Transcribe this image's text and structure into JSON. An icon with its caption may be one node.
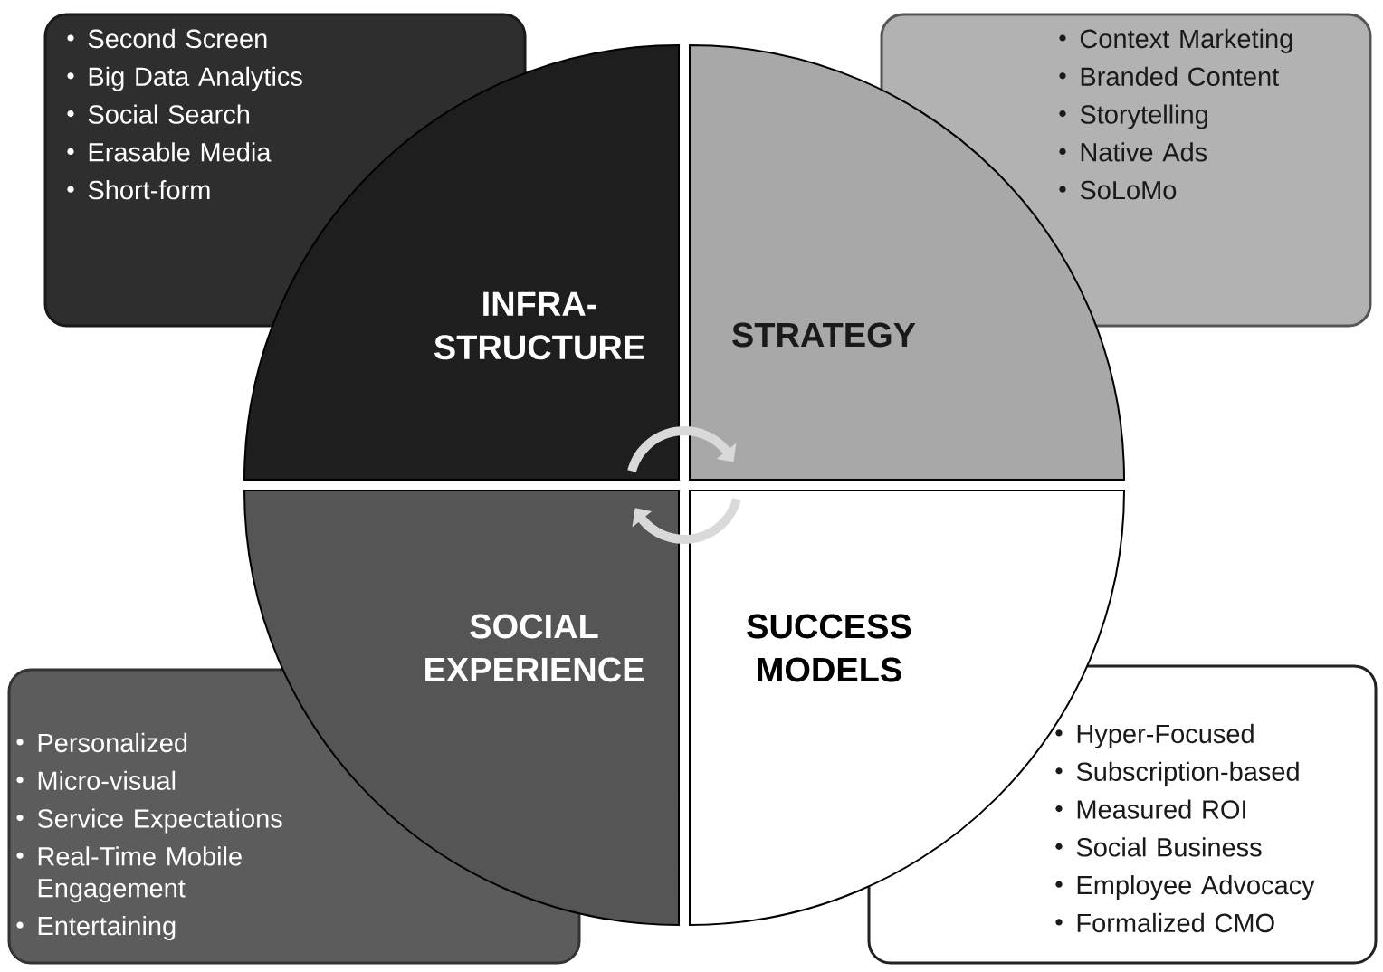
{
  "diagram": {
    "nodes": [
      {
        "text": [
          "Second Screen",
          "Big Data Analytics",
          "Social Search",
          "Erasable Media",
          "Short-form"
        ]
      },
      {
        "text": [
          "Context Marketing",
          "Branded Content",
          "Storytelling",
          "Native Ads",
          "SoLoMo"
        ]
      },
      {
        "text": [
          "INFRA- STRUCTURE"
        ]
      },
      {
        "text": [
          "STRATEGY"
        ]
      },
      {
        "text": [
          "SOCIAL EXPERIENCE"
        ]
      },
      {
        "text": [
          "SUCCESS MODELS"
        ]
      },
      {
        "text": [
          "Personalized",
          "Micro-visual",
          "Service Expectations",
          "Real-Time Mobile Engagement",
          "Entertaining"
        ]
      },
      {
        "text": [
          "Hyper-Focused",
          "Subscription-based",
          "Measured ROI",
          "Social Business",
          "Employee Advocacy",
          "Formalized CMO"
        ]
      }
    ],
    "edges": [
      {
        "from": 2,
        "to": 3,
        "arrow": "to",
        "color": "#d9d9d9"
      },
      {
        "from": 5,
        "to": 4,
        "arrow": "to",
        "color": "#d9d9d9"
      }
    ]
  }
}
